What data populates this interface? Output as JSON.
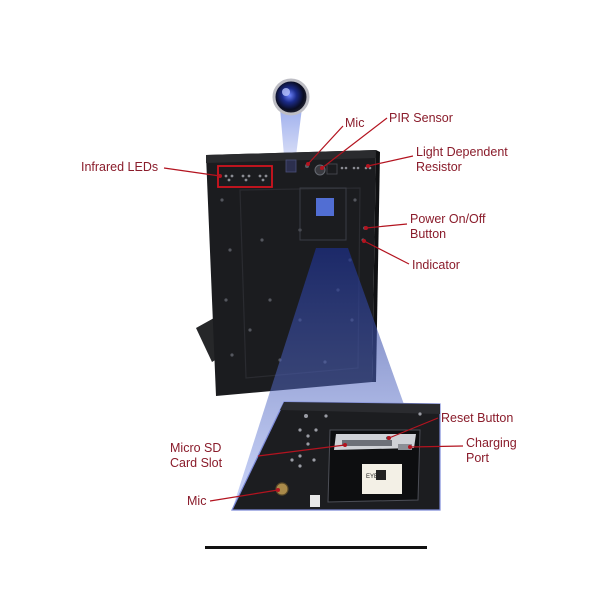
{
  "labels": {
    "infrared_leds": "Infrared LEDs",
    "mic_top": "Mic",
    "pir_sensor": "PIR Sensor",
    "ldr_line1": "Light Dependent",
    "ldr_line2": "Resistor",
    "power_line1": "Power On/Off",
    "power_line2": "Button",
    "indicator": "Indicator",
    "reset_button": "Reset Button",
    "charging_line1": "Charging",
    "charging_line2": "Port",
    "microsd_line1": "Micro SD",
    "microsd_line2": "Card Slot",
    "mic_bottom": "Mic"
  },
  "colors": {
    "label_text": "#8a1c2b",
    "leader_line": "#b3131f",
    "device_body": "#1b1c1f",
    "projection_beam": "#3d5bd6",
    "highlight_box": "#d0141e"
  }
}
